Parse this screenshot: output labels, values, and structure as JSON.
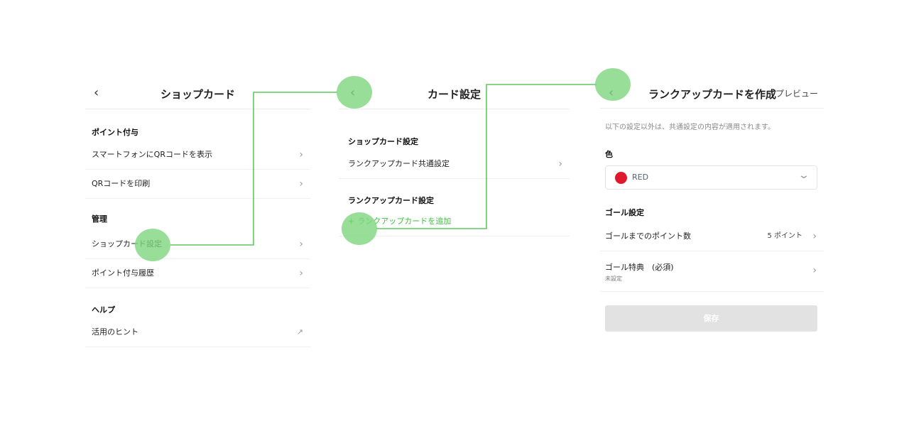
{
  "panel1": {
    "title": "ショップカード",
    "sections": [
      {
        "label": "ポイント付与",
        "items": [
          "スマートフォンにQRコードを表示",
          "QRコードを印刷"
        ]
      },
      {
        "label": "管理",
        "items": [
          "ショップカード設定",
          "ポイント付与履歴"
        ]
      },
      {
        "label": "ヘルプ",
        "items": [
          "活用のヒント"
        ]
      }
    ]
  },
  "panel2": {
    "title": "カード設定",
    "section1": "ショップカード設定",
    "item1": "ランクアップカード共通設定",
    "section2": "ランクアップカード設定",
    "add_label": "ランクアップカードを追加",
    "add_icon": "+"
  },
  "panel3": {
    "title": "ランクアップカードを作成",
    "preview": "プレビュー",
    "note": "以下の設定以外は、共通設定の内容が適用されます。",
    "color_label": "色",
    "color_value": "RED",
    "color_hex": "#e0182d",
    "goal_section": "ゴール設定",
    "goal_points_label": "ゴールまでのポイント数",
    "goal_points_value": "5 ポイント",
    "goal_benefit_label": "ゴール特典　(必須)",
    "goal_benefit_sub": "未設定",
    "save": "保存"
  },
  "accent": "#3dbd3d"
}
